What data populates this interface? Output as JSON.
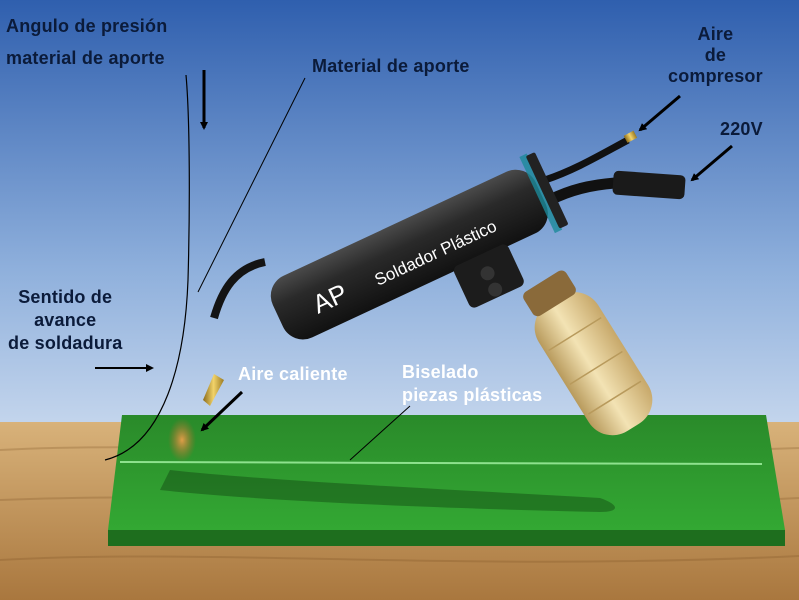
{
  "labels": {
    "pressure_angle": [
      "Angulo de presión",
      "material de aporte"
    ],
    "filler_material": "Material de aporte",
    "compressor_air": [
      "Aire",
      "de",
      "compresor"
    ],
    "voltage": "220V",
    "direction": [
      "Sentido de",
      "avance",
      "de soldadura"
    ],
    "hot_air": "Aire caliente",
    "bevel": [
      "Biselado",
      "piezas plásticas"
    ]
  },
  "tool": {
    "brand": "AP",
    "name": "Soldador Plástico"
  },
  "colors": {
    "sky_top": "#2f5fae",
    "sky_bottom": "#ffffff",
    "table": "#c99a5b",
    "plate": "#2c9a2c",
    "tool_body": "#262626",
    "handle": "#e6cf96",
    "label_dark": "#0b1b3a",
    "label_light": "#ffffff"
  }
}
